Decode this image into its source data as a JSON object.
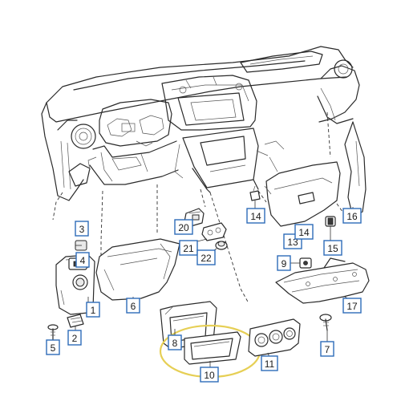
{
  "diagram": {
    "highlight_color": "#e6cf55",
    "callout_border_color": "#2e6bb8",
    "callouts": [
      {
        "id": "c1",
        "label": "1"
      },
      {
        "id": "c2",
        "label": "2"
      },
      {
        "id": "c3",
        "label": "3"
      },
      {
        "id": "c4",
        "label": "4"
      },
      {
        "id": "c5",
        "label": "5"
      },
      {
        "id": "c6",
        "label": "6"
      },
      {
        "id": "c7",
        "label": "7"
      },
      {
        "id": "c8",
        "label": "8"
      },
      {
        "id": "c9",
        "label": "9"
      },
      {
        "id": "c10",
        "label": "10"
      },
      {
        "id": "c11",
        "label": "11"
      },
      {
        "id": "c13",
        "label": "13"
      },
      {
        "id": "c14a",
        "label": "14"
      },
      {
        "id": "c14b",
        "label": "14"
      },
      {
        "id": "c15",
        "label": "15"
      },
      {
        "id": "c16",
        "label": "16"
      },
      {
        "id": "c17",
        "label": "17"
      },
      {
        "id": "c20",
        "label": "20"
      },
      {
        "id": "c21",
        "label": "21"
      },
      {
        "id": "c22",
        "label": "22"
      }
    ]
  }
}
